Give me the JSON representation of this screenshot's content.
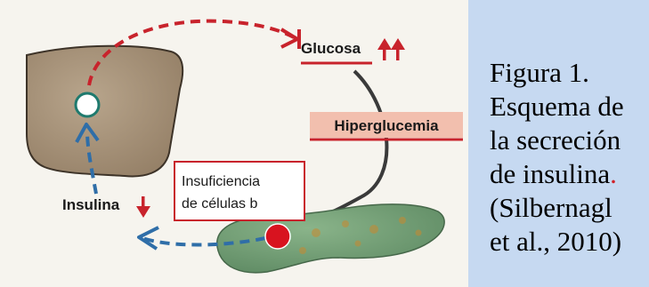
{
  "diagram": {
    "glucose_label": "Glucosa",
    "hyperglycemia_label": "Hiperglucemia",
    "insulin_label": "Insulina",
    "insufficiency_line1": "Insuficiencia",
    "insufficiency_line2": "de células b"
  },
  "caption": {
    "line1": "Figura 1.",
    "line2": "Esquema de",
    "line3": "la secreción",
    "line4": "de insulina",
    "line4_period": ".",
    "line5": "(Silbernagl",
    "line6": "et al., 2010)"
  },
  "colors": {
    "red_accent": "#c8232c",
    "blue_arrow": "#2f6ea8",
    "liver_fill": "#a6927a",
    "pancreas_fill": "#6f9a72",
    "hyper_fill": "#f2bfae",
    "caption_bg": "#c6d9f1"
  }
}
